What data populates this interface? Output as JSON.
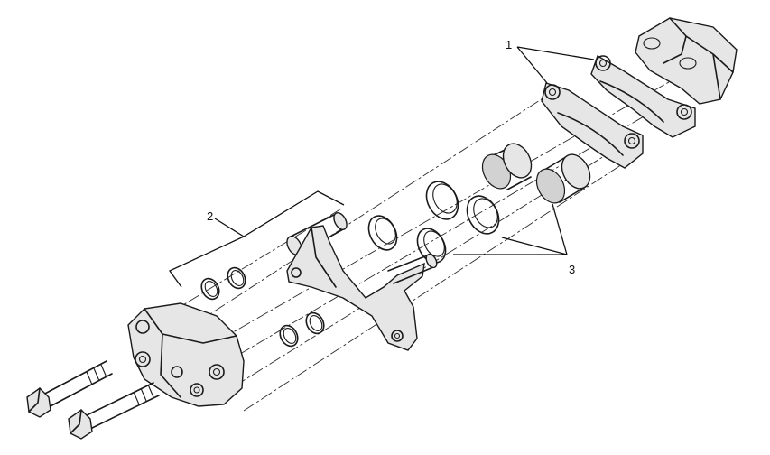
{
  "diagram": {
    "callouts": [
      {
        "id": "1",
        "text": "1"
      },
      {
        "id": "2",
        "text": "2"
      },
      {
        "id": "3",
        "text": "3"
      }
    ]
  }
}
